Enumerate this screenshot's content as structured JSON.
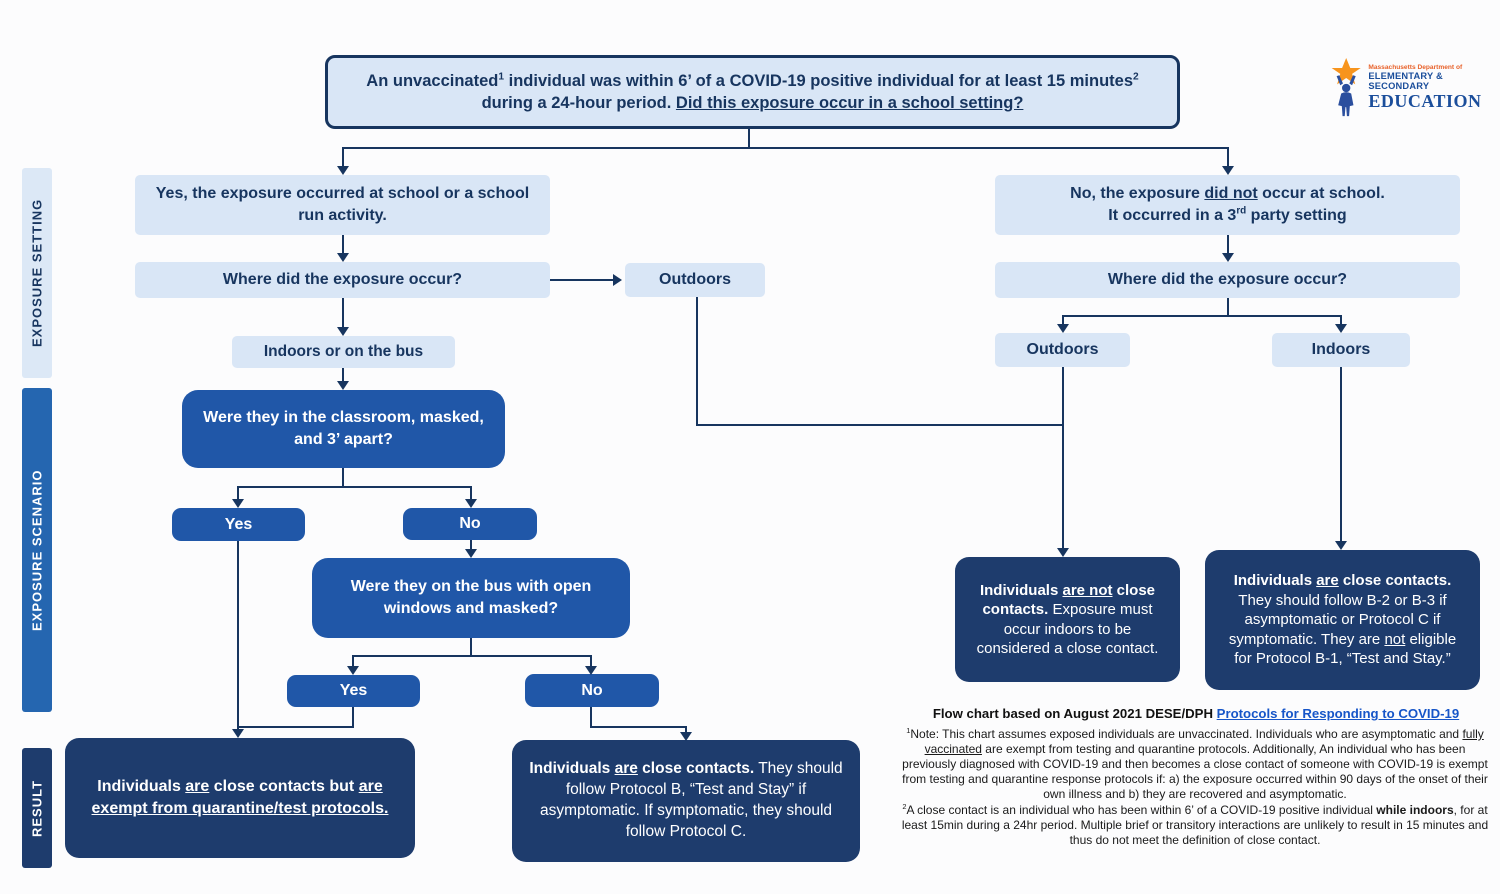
{
  "colors": {
    "light_blue_box": "#d9e6f6",
    "royal_blue_box": "#2057a8",
    "navy_result_box": "#1e3c6d",
    "connector_navy": "#17355f",
    "link_blue": "#1655c8",
    "logo_orange": "#f7941d",
    "logo_blue": "#1b4e9b"
  },
  "logo": {
    "line1": "Massachusetts Department of",
    "line2": "ELEMENTARY & SECONDARY",
    "line3": "EDUCATION"
  },
  "sidebar": {
    "setting": "EXPOSURE SETTING",
    "scenario": "EXPOSURE SCENARIO",
    "result": "RESULT"
  },
  "top_box": {
    "t1": "An unvaccinated",
    "sup1": "1",
    "t2": " individual was within 6’ of a COVID-19 positive individual for at least 15 minutes",
    "sup2": "2",
    "t3": " during a 24-hour period.  ",
    "t4_underline": "Did this exposure occur in a school setting?"
  },
  "left_branch": {
    "yes_school": "Yes, the exposure occurred at school or a school run activity.",
    "where": "Where did the exposure occur?",
    "outdoors": "Outdoors",
    "indoors_bus": "Indoors or on the bus",
    "classroom_q": "Were they in the classroom, masked, and 3’ apart?",
    "yes1": "Yes",
    "no1": "No",
    "bus_q": "Were they on the bus with open windows and masked?",
    "yes2": "Yes",
    "no2": "No"
  },
  "right_branch": {
    "no_school": {
      "t1": "No, the exposure ",
      "u": "did not",
      "t2": " occur at school.",
      "t3": "It occurred in a 3",
      "sup": "rd",
      "t4": " party setting"
    },
    "where": "Where did the exposure occur?",
    "outdoors": "Outdoors",
    "indoors": "Indoors"
  },
  "results": {
    "exempt": {
      "p1": "Individuals ",
      "u1": "are",
      "p2": " close contacts but ",
      "u2": "are exempt from quarantine/test protocols."
    },
    "protocol_b": {
      "b1": "Individuals ",
      "bu": "are",
      "b2": " close contacts.",
      "rest": "They should follow Protocol B, “Test and Stay” if asymptomatic. If symptomatic, they should follow Protocol C."
    },
    "not_close": {
      "b1": "Individuals ",
      "bu": "are not",
      "b2": " close contacts.",
      "rest": "Exposure must occur indoors to be considered a close contact."
    },
    "close_b23": {
      "b1": "Individuals ",
      "bu": "are",
      "b2": " close contacts.",
      "r1": "They should follow B-2 or B-3 if asymptomatic or Protocol C if symptomatic. They are ",
      "ru": "not",
      "r2": " eligible for Protocol B-1, “Test and Stay.”"
    }
  },
  "footer": {
    "source_prefix": "Flow chart based on August 2021 DESE/DPH ",
    "source_link": "Protocols for Responding to COVID-19",
    "note1": {
      "sup": "1",
      "t1": "Note: This chart assumes exposed individuals are unvaccinated. Individuals who are asymptomatic and ",
      "u": "fully vaccinated",
      "t2": " are exempt from testing and quarantine protocols. Additionally, An individual who has been previously diagnosed with COVID-19 and then becomes a close contact of someone with COVID-19 is exempt from testing and quarantine response protocols if: a) the exposure occurred within 90 days of the onset of their own illness and b) they are recovered and asymptomatic."
    },
    "note2": {
      "sup": "2",
      "t1": "A close contact is an individual who has been within 6’ of a COVID-19 positive individual ",
      "b": "while indoors",
      "t2": ", for at least 15min during a 24hr period. Multiple brief or transitory interactions are unlikely to result in 15 minutes and thus do not meet the definition of close contact."
    }
  }
}
